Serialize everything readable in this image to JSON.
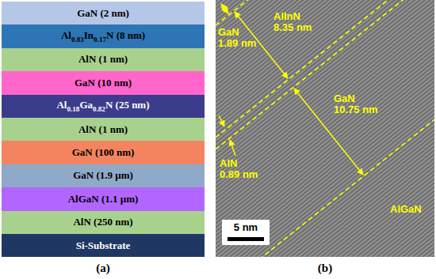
{
  "diagram": {
    "nodes": [
      {
        "text": [
          "GaN (2 nm)"
        ]
      },
      {
        "text": [
          "Al0.83In0.17N (8 nm)"
        ]
      },
      {
        "text": [
          "AlN (1 nm)"
        ]
      },
      {
        "text": [
          "GaN (10 nm)"
        ]
      },
      {
        "text": [
          "Al0.18Ga0.82N (25 nm)"
        ]
      },
      {
        "text": [
          "AlN (1 nm)"
        ]
      },
      {
        "text": [
          "GaN (100 nm)"
        ]
      },
      {
        "text": [
          "GaN (1.9 µm)"
        ]
      },
      {
        "text": [
          "AlGaN (1.1 µm)"
        ]
      },
      {
        "text": [
          "AlN (250 nm)"
        ]
      },
      {
        "text": [
          "Si-Substrate"
        ]
      }
    ],
    "labels": [
      "GaN 1.89 nm",
      "AlInN 8.35 nm",
      "AlN 0.89 nm",
      "GaN 10.75 nm",
      "AlGaN",
      "5 nm",
      "(a)",
      "(b)"
    ]
  }
}
